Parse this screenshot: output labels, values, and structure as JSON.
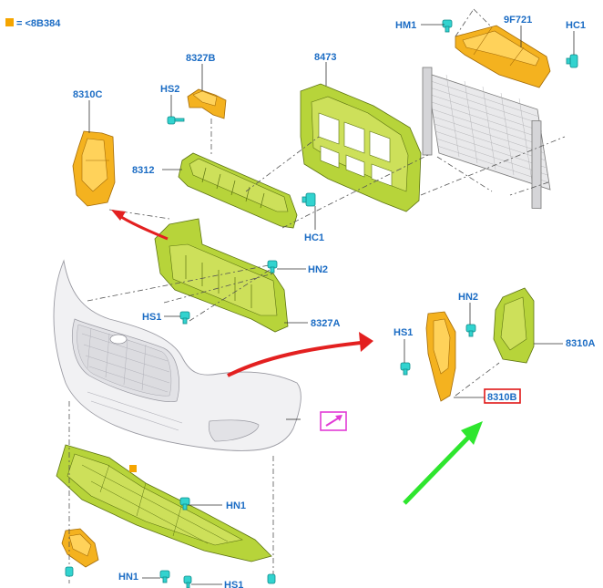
{
  "legend": {
    "swatch_color": "#f5a500",
    "text": "= <8B384"
  },
  "labels": {
    "hm1_top": "HM1",
    "p9f721": "9F721",
    "hc1_top": "HC1",
    "p8327b": "8327B",
    "p8473": "8473",
    "hs2": "HS2",
    "p8310c": "8310C",
    "p8312": "8312",
    "hc1_mid": "HC1",
    "hn2_mid": "HN2",
    "hs1_mid": "HS1",
    "p8327a": "8327A",
    "hn2_right": "HN2",
    "hs1_right": "HS1",
    "p8310a": "8310A",
    "p8310b": "8310B",
    "hn1_low": "HN1",
    "hn1_bottom": "HN1",
    "hs1_bottom": "HS1"
  },
  "colors": {
    "plastic_green": "#b7d43a",
    "plastic_orange": "#f4b21f",
    "clip_cyan": "#32d3cf",
    "label_blue": "#1b6cc4",
    "arrow_red": "#e32020",
    "arrow_green": "#2ee62e",
    "highlight_red": "#e01818",
    "callout_magenta": "#e23bd6"
  },
  "icons": [
    "bumper-callout-icon"
  ]
}
